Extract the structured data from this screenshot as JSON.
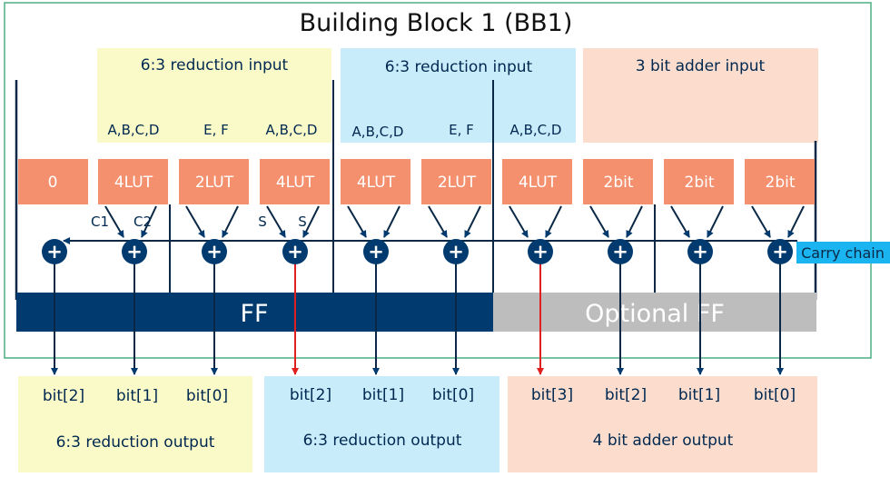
{
  "title": "Building Block 1 (BB1)",
  "colors": {
    "yellow": "#fafac8",
    "blue": "#c8ecfa",
    "peach": "#fbdccd",
    "lut": "#f5906e",
    "navy": "#003a6e",
    "gray": "#bdbdbd",
    "frame": "#4caf82",
    "carry_label_bg": "#1ab5f0",
    "red": "#e02020"
  },
  "input_groups": [
    {
      "label": "6:3 reduction input",
      "color": "yellow"
    },
    {
      "label": "6:3 reduction input",
      "color": "blue"
    },
    {
      "label": "3 bit adder input",
      "color": "peach"
    }
  ],
  "input_labels": [
    "A,B,C,D",
    "E, F",
    "A,B,C,D",
    "A,B,C,D",
    "E, F",
    "A,B,C,D"
  ],
  "luts": [
    "0",
    "4LUT",
    "2LUT",
    "4LUT",
    "4LUT",
    "2LUT",
    "4LUT",
    "2bit",
    "2bit",
    "2bit"
  ],
  "adder_symbol": "+",
  "signal_labels": [
    "C1",
    "C2",
    "S",
    "S"
  ],
  "carry_chain_label": "Carry chain",
  "ff_label": "FF",
  "optional_ff_label": "Optional FF",
  "output_bits": [
    [
      "bit[2]",
      "bit[1]",
      "bit[0]"
    ],
    [
      "bit[2]",
      "bit[1]",
      "bit[0]"
    ],
    [
      "bit[3]",
      "bit[2]",
      "bit[1]",
      "bit[0]"
    ]
  ],
  "output_groups": [
    {
      "label": "6:3 reduction output",
      "color": "yellow"
    },
    {
      "label": "6:3 reduction output",
      "color": "blue"
    },
    {
      "label": "4 bit adder output",
      "color": "peach"
    }
  ]
}
